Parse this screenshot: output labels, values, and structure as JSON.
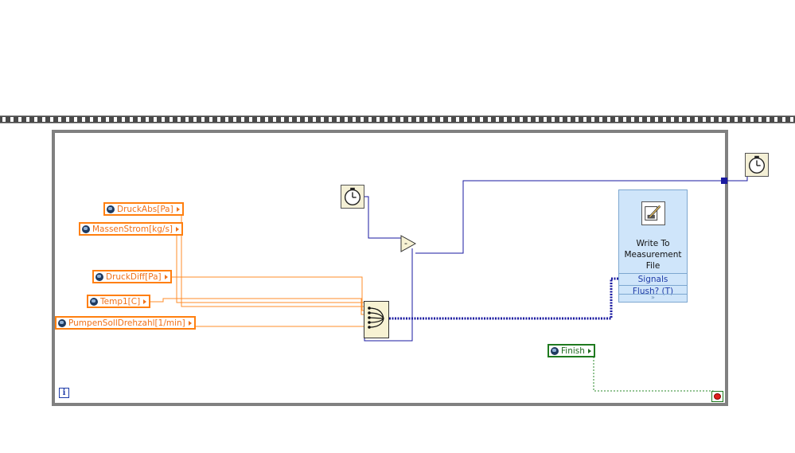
{
  "globals": {
    "druck_abs": "DruckAbs[Pa]",
    "massen_strom": "MassenStrom[kg/s]",
    "druck_diff": "DruckDiff[Pa]",
    "temp1": "Temp1[C]",
    "pumpen": "PumpenSollDrehzahl[1/min]",
    "finish": "Finish"
  },
  "express_vi": {
    "title_line1": "Write To",
    "title_line2": "Measurement",
    "title_line3": "File",
    "input_signals": "Signals",
    "input_flush": "Flush? (T)",
    "expand": "»"
  },
  "loop": {
    "iteration_label": "i"
  },
  "subtract": "-",
  "icons": {
    "clock_left": "tick-count-icon",
    "clock_right": "tick-count-icon",
    "express": "write-measurement-file-icon",
    "build_array": "build-array-icon",
    "stop": "stop-icon",
    "globe": "global-variable-icon"
  },
  "colors": {
    "orange_wire": "#ff8c2a",
    "blue_wire": "#1a1aa0",
    "dynamic_wire": "#1a1aa0",
    "green_wire": "#2a8a2a",
    "express_bg": "#cfe5fa"
  }
}
